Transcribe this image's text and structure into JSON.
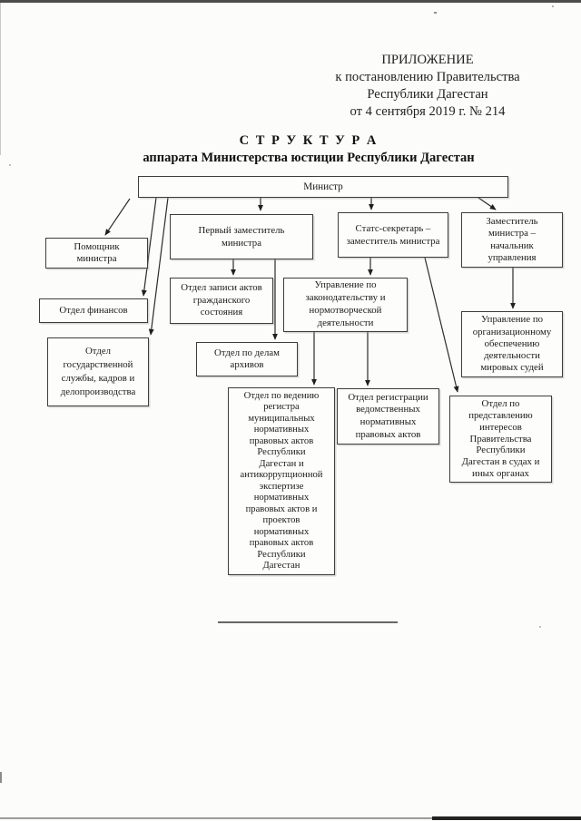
{
  "header": {
    "line1": "ПРИЛОЖЕНИЕ",
    "line2": "к постановлению Правительства",
    "line3": "Республики Дагестан",
    "line4": "от 4 сентября 2019 г. № 214"
  },
  "title": {
    "line1": "С Т Р У К Т У Р А",
    "line2": "аппарата Министерства юстиции Республики Дагестан"
  },
  "org": {
    "minister": "Министр",
    "assistant": "Помощник\nминистра",
    "first_deputy": "Первый заместитель\nминистра",
    "state_secretary": "Статс-секретарь –\nзаместитель министра",
    "deputy_head": "Заместитель\nминистра –\nначальник\nуправления",
    "finance": "Отдел финансов",
    "zags": "Отдел записи актов\nгражданского\nсостояния",
    "lawdept": "Управление по\nзаконодательству и\nнормотворческой\nдеятельности",
    "judges": "Управление по\nорганизационному\nобеспечению\nдеятельности\nмировых судей",
    "civil_service": "Отдел\nгосударственной\nслужбы, кадров и\nделопроизводства",
    "archives": "Отдел по делам\nархивов",
    "registry": "Отдел по ведению\nрегистра\nмуниципальных\nнормативных\nправовых актов\nРеспублики\nДагестан и\nантикоррупционной\nэкспертизе\nнормативных\nправовых актов и\nпроектов\nнормативных\nправовых актов\nРеспублики\nДагестан",
    "vedomstv": "Отдел регистрации\nведомственных\nнормативных\nправовых актов",
    "interests": "Отдел по\nпредставлению\nинтересов\nПравительства\nРеспублики\nДагестан в судах и\nиных органах"
  },
  "colors": {
    "paper": "#fcfcfb",
    "ink": "#1c1c1c",
    "boxborder": "#3d3d3d",
    "line": "#2c2c2c"
  }
}
